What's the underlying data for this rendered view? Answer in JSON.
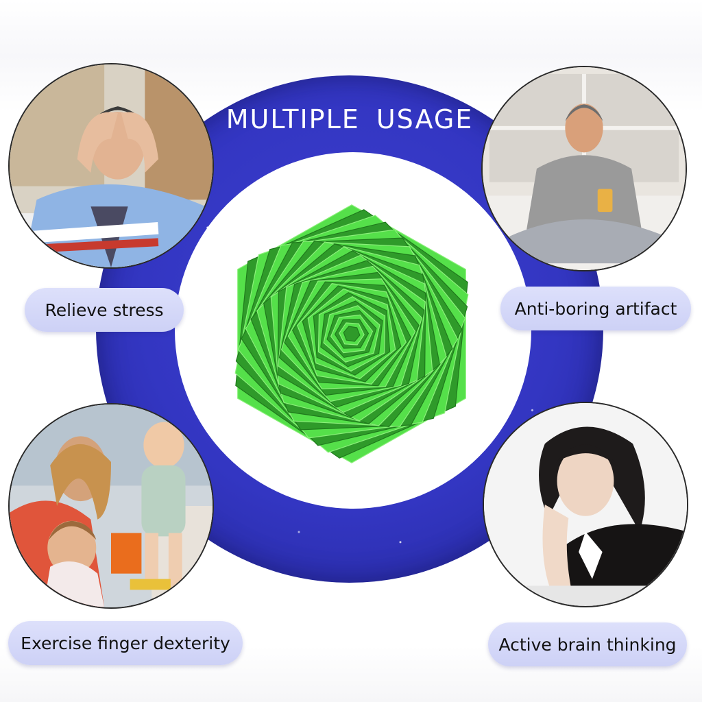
{
  "title": "MULTIPLE USAGE",
  "product": {
    "icon": "green-hexagon-spiral-fidget",
    "color": "#55e04a"
  },
  "colors": {
    "ring": "#3336c2",
    "pill": "#d5d8f8",
    "title_text": "#ffffff"
  },
  "usages": [
    {
      "label": "Relieve stress",
      "photo": "stressed-man-at-desk"
    },
    {
      "label": "Anti-boring artifact",
      "photo": "man-sitting-on-bed-with-juice"
    },
    {
      "label": "Exercise finger dexterity",
      "photo": "mother-with-children-playing"
    },
    {
      "label": "Active brain thinking",
      "photo": "woman-thinking-at-table"
    }
  ]
}
